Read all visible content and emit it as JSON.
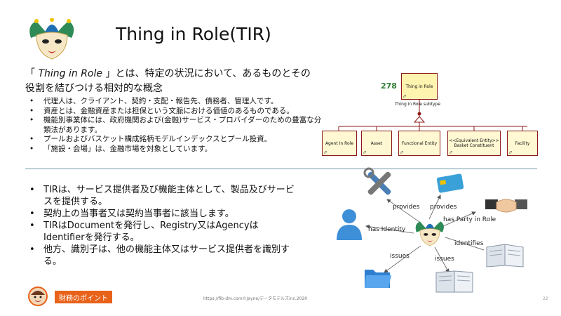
{
  "title": "Thing in Role(TIR)",
  "intro": {
    "open": "「 ",
    "term": "Thing in Role",
    "rest": " 」とは、特定の状況において、あるものとその役割を結びつける相対的な概念"
  },
  "bullets_top": [
    "代理人は、クライアント、契約・支配・報告先、債務者、管理人です。",
    "資産とは、金融資産または担保という文脈における価値のあるものである。",
    "機能別事業体には、政府機関および(金融)サービス・プロバイダーのための豊富な分類法があります。",
    "プールおよびバスケット構成銘柄モデルインデックスとプール投資。",
    "「施設・会場」は、金融市場を対象としています。"
  ],
  "bullets_bottom": [
    "TIRは、サービス提供者及び機能主体として、製品及びサービスを提供する。",
    "契約上の当事者又は契約当事者に該当します。",
    "TIRはDocumentを発行し、Registry又はAgencyはIdentifierを発行する。",
    "他方、識別子は、他の機能主体又はサービス提供者を識別する。"
  ],
  "uml": {
    "number": "278",
    "root": "Thing in Role",
    "subtype_label": "Thing in Role subtype",
    "children": [
      "Agent In Role",
      "Asset",
      "Functional Entity",
      "<<Equivalent Entity>>",
      "Facility"
    ],
    "child4_sub": "Basket Constituent",
    "corner_mark": "⬀"
  },
  "relations": {
    "provides_1": "provides",
    "provides_2": "provides",
    "has_identity": "has Identity",
    "has_party_in_role": "has Party in Role",
    "identifies": "identifies",
    "issues_1": "issues",
    "issues_2": "issues"
  },
  "footer": {
    "button": "財務のポイント",
    "url": "https://fib-dm.com©Jayne/データモデルズinc.2020",
    "page": "22"
  },
  "colors": {
    "entity_fill": "#fff8d2",
    "entity_border": "#8b1a1a",
    "number_green": "#2e7d32",
    "divider": "#6f96a8",
    "footer_orange": "#e8621a"
  }
}
